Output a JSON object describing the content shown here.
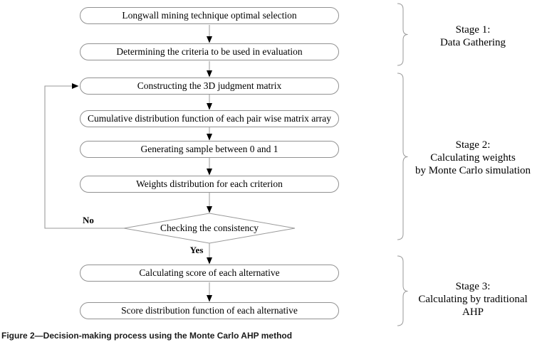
{
  "figure": {
    "caption": "Figure 2—Decision-making process using the Monte Carlo AHP method"
  },
  "flowchart": {
    "nodes": [
      {
        "label": "Longwall mining technique optimal selection",
        "shape": "rounded"
      },
      {
        "label": "Determining the criteria to be used in evaluation",
        "shape": "rounded"
      },
      {
        "label": "Constructing the 3D judgment matrix",
        "shape": "rounded"
      },
      {
        "label": "Cumulative distribution function of each pair wise matrix array",
        "shape": "rounded"
      },
      {
        "label": "Generating sample between 0 and 1",
        "shape": "rounded"
      },
      {
        "label": "Weights distribution for each criterion",
        "shape": "rounded"
      },
      {
        "label": "Checking the consistency",
        "shape": "decision-diamond"
      },
      {
        "label": "Calculating score of each alternative",
        "shape": "rounded"
      },
      {
        "label": "Score distribution function of each alternative",
        "shape": "rounded"
      }
    ],
    "decision": {
      "no_label": "No",
      "yes_label": "Yes"
    }
  },
  "stages": [
    {
      "lines": [
        "Stage 1:",
        "Data Gathering",
        ""
      ]
    },
    {
      "lines": [
        "Stage 2:",
        "Calculating weights",
        "by Monte Carlo simulation"
      ]
    },
    {
      "lines": [
        "Stage 3:",
        "Calculating by traditional",
        "AHP"
      ]
    }
  ],
  "colors": {
    "background": "#ffffff",
    "box_border": "#919191",
    "connector": "#a9a9a9",
    "arrowhead": "#000000",
    "brace": "#9a9a9a",
    "text": "#000000"
  }
}
